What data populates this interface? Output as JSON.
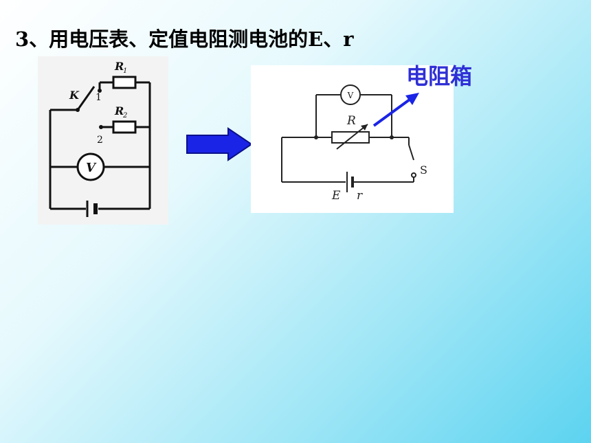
{
  "slide": {
    "title": "3、用电压表、定值电阻测电池的E、r",
    "annotation": "电阻箱"
  },
  "left_circuit": {
    "labels": {
      "r1": "R",
      "r1_sub": "1",
      "r2": "R",
      "r2_sub": "2",
      "switch": "K",
      "pos1": "1",
      "pos2": "2",
      "meter": "V"
    }
  },
  "right_circuit": {
    "labels": {
      "meter": "V",
      "rheostat": "R",
      "switch": "S",
      "emf": "E",
      "internal": "r"
    }
  },
  "colors": {
    "arrow": "#1a24e6",
    "annotation": "#2f2fd6",
    "pointer": "#1a24e6"
  }
}
